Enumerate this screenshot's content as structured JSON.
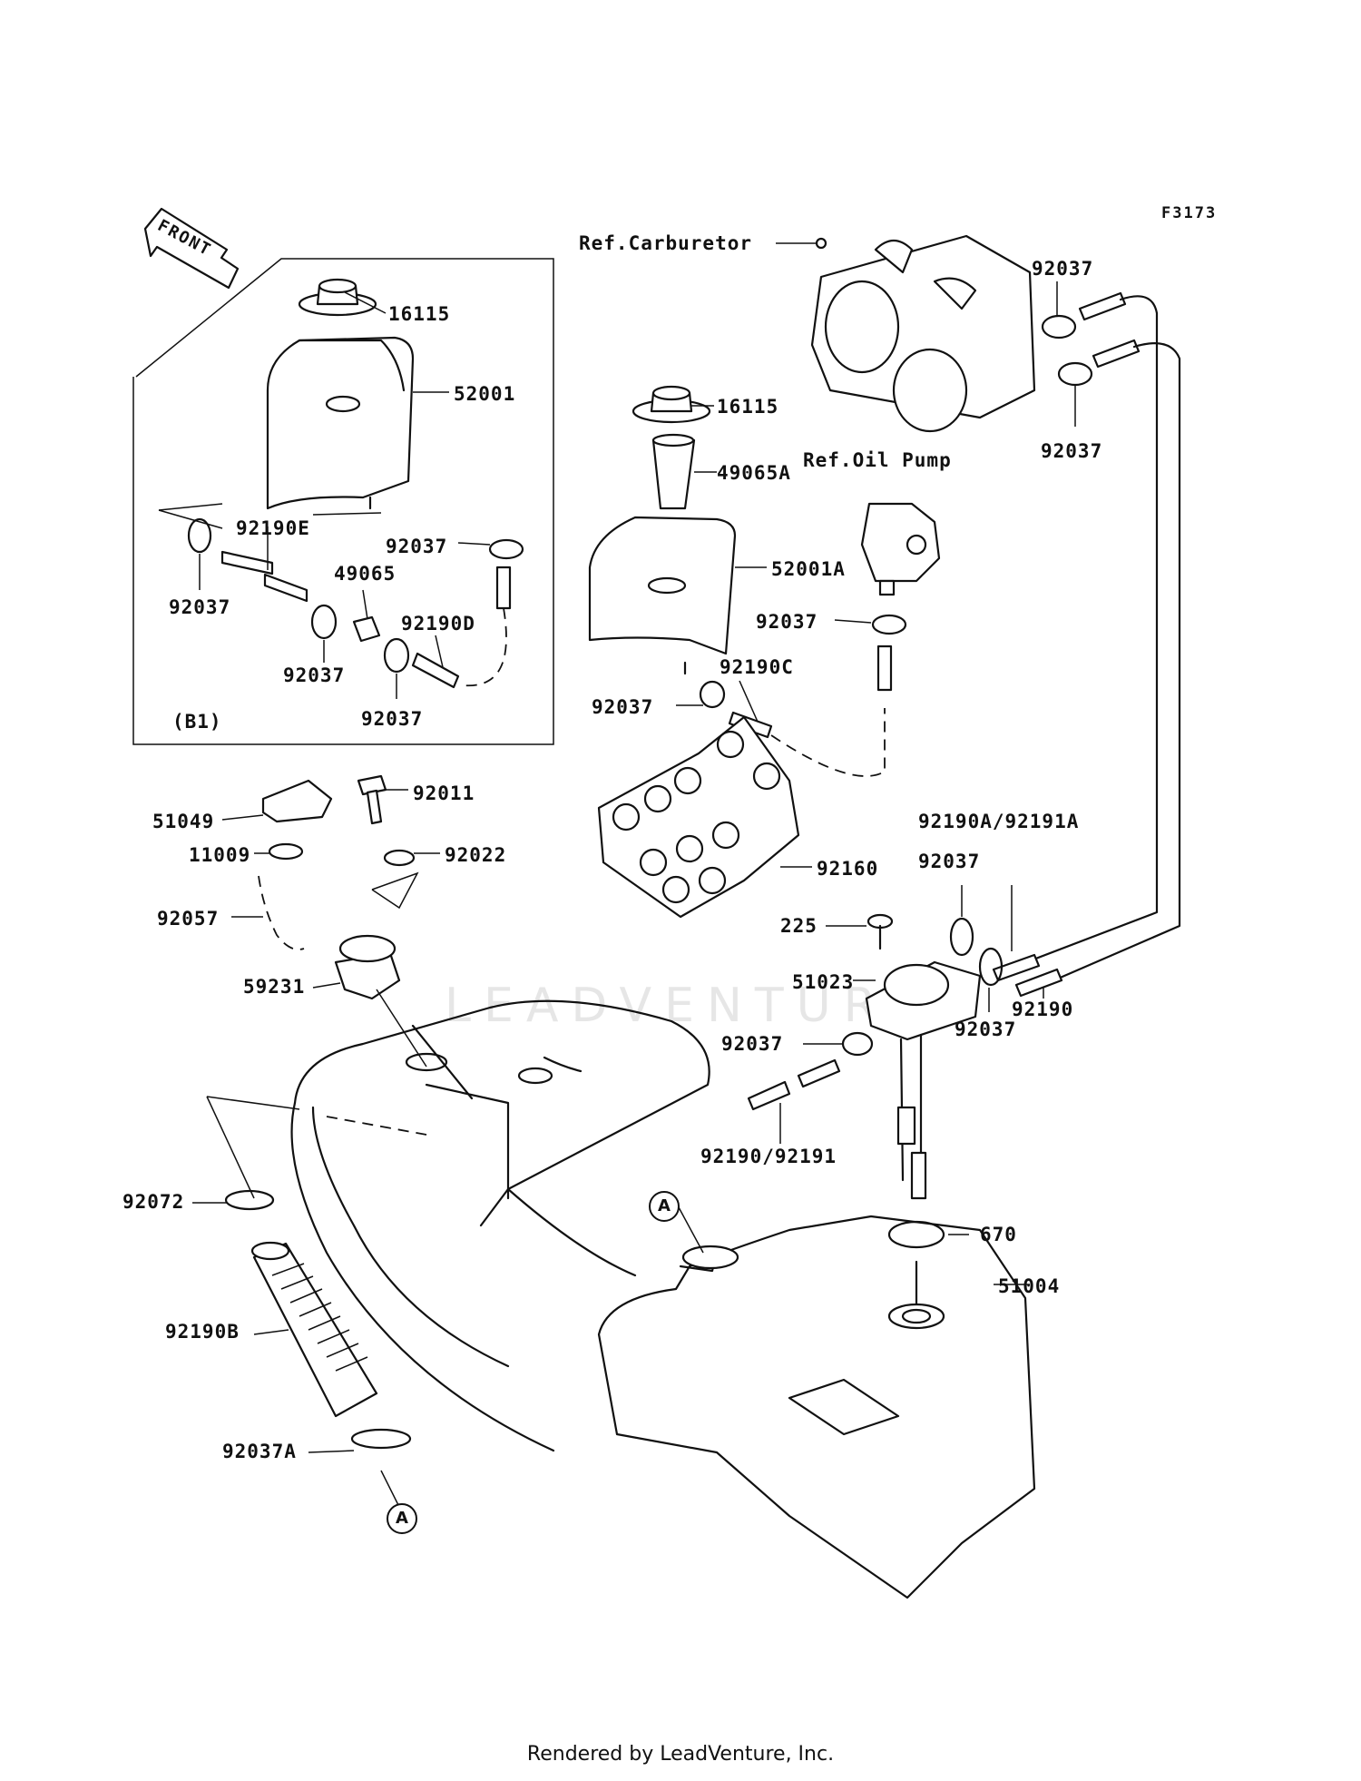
{
  "figure_code": "F3173",
  "front_label": "FRONT",
  "watermark": "LEADVENTURE",
  "footer": "Rendered by LeadVenture, Inc.",
  "view_marker": "A",
  "subassembly_label": "(B1)",
  "parts": {
    "ref_carburetor": "Ref.Carburetor",
    "ref_oil_pump": "Ref.Oil Pump",
    "p16115_left": "16115",
    "p52001": "52001",
    "p92190E": "92190E",
    "p92037_b1_top": "92037",
    "p92037_b1_left": "92037",
    "p49065": "49065",
    "p92190D": "92190D",
    "p92037_b1_mid": "92037",
    "p92037_b1_bot": "92037",
    "p16115_right": "16115",
    "p49065A": "49065A",
    "p52001A": "52001A",
    "p92037_oil": "92037",
    "p92190C": "92190C",
    "p92037_tank": "92037",
    "p92037_carb_top": "92037",
    "p92037_carb_bot": "92037",
    "p92011": "92011",
    "p51049": "51049",
    "p11009": "11009",
    "p92022": "92022",
    "p92057": "92057",
    "p59231": "59231",
    "p92160": "92160",
    "p225": "225",
    "p92190A_92191A": "92190A/92191A",
    "p92037_valve_top": "92037",
    "p51023": "51023",
    "p92190": "92190",
    "p92037_valve_right": "92037",
    "p92037_valve_left": "92037",
    "p92190_92191": "92190/92191",
    "p92072": "92072",
    "p92190B": "92190B",
    "p92037A": "92037A",
    "p670": "670",
    "p51004": "51004"
  }
}
